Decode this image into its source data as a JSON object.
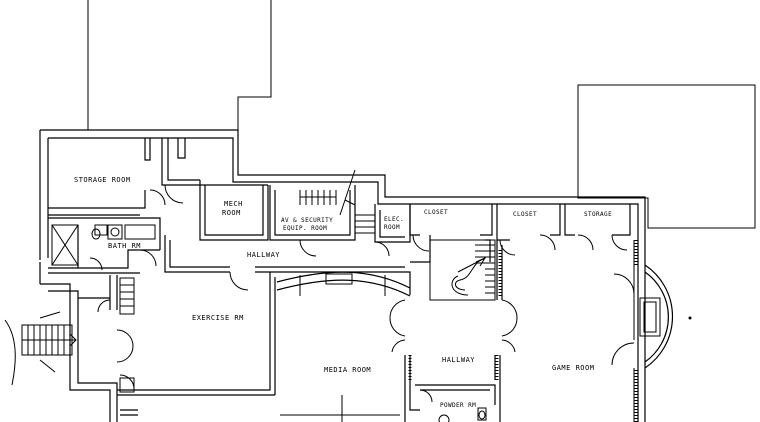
{
  "rooms": {
    "storage_room": "STORAGE ROOM",
    "mech_room_1": "MECH",
    "mech_room_2": "ROOM",
    "av_room_1": "AV & SECURITY",
    "av_room_2": "EQUIP. ROOM",
    "elec_room_1": "ELEC.",
    "elec_room_2": "ROOM",
    "closet_1": "CLOSET",
    "closet_2": "CLOSET",
    "storage": "STORAGE",
    "bath_rm": "BATH RM",
    "hallway_upper": "HALLWAY",
    "exercise_rm": "EXERCISE RM",
    "media_room": "MEDIA ROOM",
    "hallway_lower": "HALLWAY",
    "game_room": "GAME ROOM",
    "powder_rm": "POWDER RM"
  }
}
